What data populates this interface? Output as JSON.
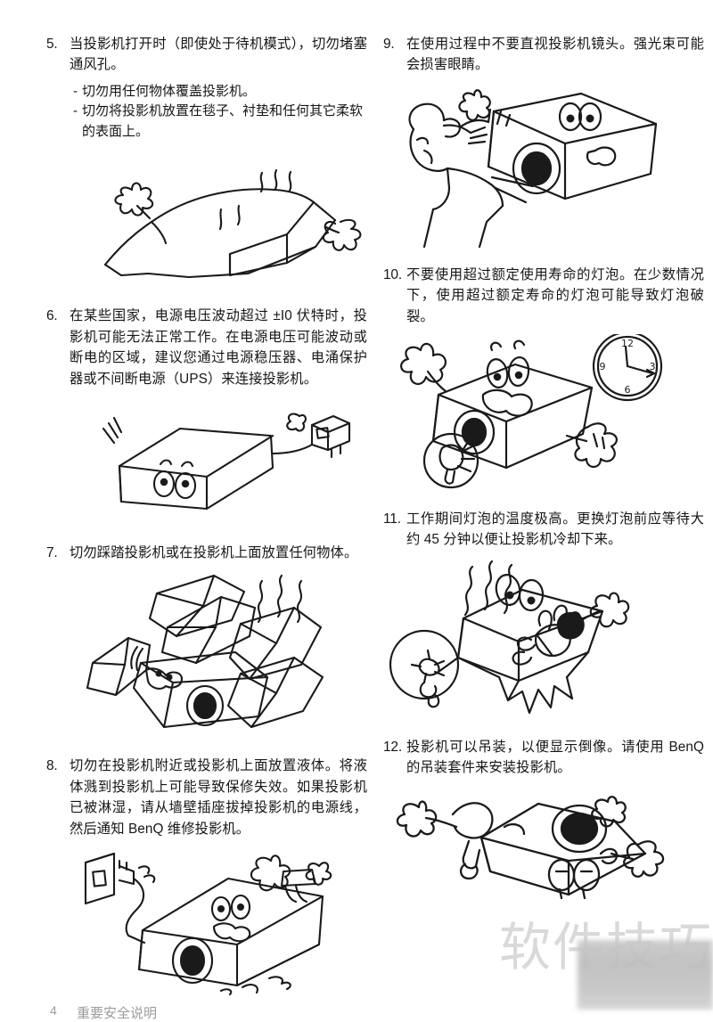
{
  "document": {
    "language": "zh-CN",
    "watermark": "软件技巧",
    "footer": {
      "page_number": "4",
      "title": "重要安全说明"
    }
  },
  "left_column": [
    {
      "number": "5.",
      "text": "当投影机打开时（即使处于待机模式），切勿堵塞通风孔。",
      "sub_items": [
        "切勿用任何物体覆盖投影机。",
        "切勿将投影机放置在毯子、衬垫和任何其它柔软的表面上。"
      ],
      "illustration": "projector-covered-by-cloth"
    },
    {
      "number": "6.",
      "text": "在某些国家，电源电压波动超过 ±I0 伏特时，投影机可能无法正常工作。在电源电压可能波动或断电的区域，建议您通过电源稳压器、电涌保护器或不间断电源（UPS）来连接投影机。",
      "sub_items": [],
      "illustration": "projector-with-power-adapter"
    },
    {
      "number": "7.",
      "text": "切勿踩踏投影机或在投影机上面放置任何物体。",
      "sub_items": [],
      "illustration": "projector-under-stacked-books"
    },
    {
      "number": "8.",
      "text": "切勿在投影机附近或投影机上面放置液体。将液体溅到投影机上可能导致保修失效。如果投影机已被淋湿，请从墙壁插座拔掉投影机的电源线，然后通知 BenQ 维修投影机。",
      "sub_items": [],
      "illustration": "projector-unplug-from-wall-socket"
    }
  ],
  "right_column": [
    {
      "number": "9.",
      "text": "在使用过程中不要直视投影机镜头。强光束可能会损害眼睛。",
      "sub_items": [],
      "illustration": "person-shielding-eyes-from-beam"
    },
    {
      "number": "10.",
      "text": "不要使用超过额定使用寿命的灯泡。在少数情况下，使用超过额定寿命的灯泡可能导致灯泡破裂。",
      "sub_items": [],
      "illustration": "projector-with-clock-and-lamp"
    },
    {
      "number": "11.",
      "text": "工作期间灯泡的温度极高。更换灯泡前应等待大约 45 分钟以便让投影机冷却下来。",
      "sub_items": [],
      "illustration": "hot-projector-with-fan"
    },
    {
      "number": "12.",
      "text": "投影机可以吊装，以便显示倒像。请使用 BenQ 的吊装套件来安装投影机。",
      "sub_items": [],
      "illustration": "ceiling-mounted-inverted-projector"
    }
  ]
}
